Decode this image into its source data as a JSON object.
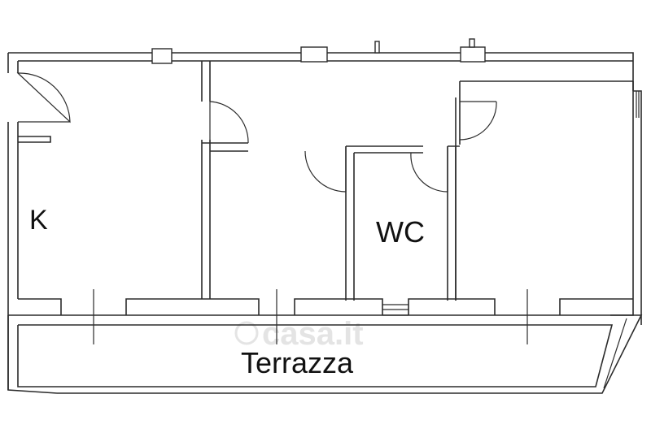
{
  "rooms": {
    "kitchen": "K",
    "wc": "WC",
    "terrace": "Terrazza"
  },
  "watermark": "casa.it",
  "colors": {
    "line": "#2b2b2b",
    "background": "#ffffff",
    "watermark": "#d9d9d9"
  }
}
